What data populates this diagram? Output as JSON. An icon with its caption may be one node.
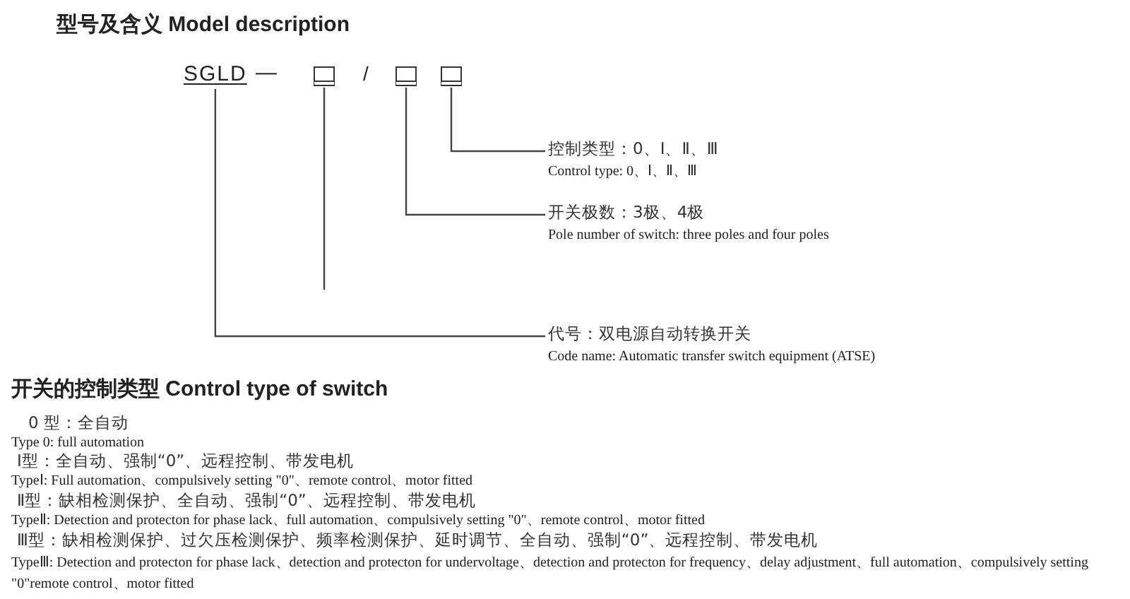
{
  "diagram": {
    "title": "型号及含义 Model description",
    "nodes": [
      {
        "text": [
          "SGLD"
        ]
      },
      {
        "text": [],
        "shape": "box"
      },
      {
        "text": [],
        "shape": "box"
      },
      {
        "text": [],
        "shape": "box"
      },
      {
        "text": [
          "控制类型：0、Ⅰ、Ⅱ、Ⅲ",
          "Control type: 0、Ⅰ、Ⅱ、Ⅲ"
        ]
      },
      {
        "text": [
          "开关极数：3极、4极",
          "Pole number of switch: three poles and four poles"
        ]
      },
      {
        "text": [
          "代号：双电源自动转换开关",
          "Code name: Automatic transfer switch equipment (ATSE)"
        ]
      }
    ],
    "edges": [
      {
        "from": 3,
        "to": 4,
        "arrow": "none"
      },
      {
        "from": 2,
        "to": 5,
        "arrow": "none"
      },
      {
        "from": 1,
        "to": null,
        "arrow": "none"
      },
      {
        "from": 0,
        "to": 6,
        "arrow": "none"
      }
    ],
    "labels": [
      "—",
      "/",
      "开关的控制类型 Control type of switch",
      "0 型：全自动",
      "Type 0: full automation",
      "Ⅰ型：全自动、强制“0”、远程控制、带发电机",
      "TypeⅠ: Full automation、compulsively setting \"0\"、remote control、motor fitted",
      "Ⅱ型：缺相检测保护、全自动、强制“0”、远程控制、带发电机",
      "TypeⅡ: Detection and protecton for phase lack、full automation、compulsively setting \"0\"、remote control、motor fitted",
      "Ⅲ型：缺相检测保护、过欠压检测保护、频率检测保护、延时调节、全自动、强制“0”、远程控制、带发电机",
      "TypeⅢ: Detection and protecton for phase lack、detection and protecton for undervoltage、detection and protecton for frequency、delay adjustment、full automation、compulsively setting \"0\"remote control、motor fitted"
    ]
  }
}
